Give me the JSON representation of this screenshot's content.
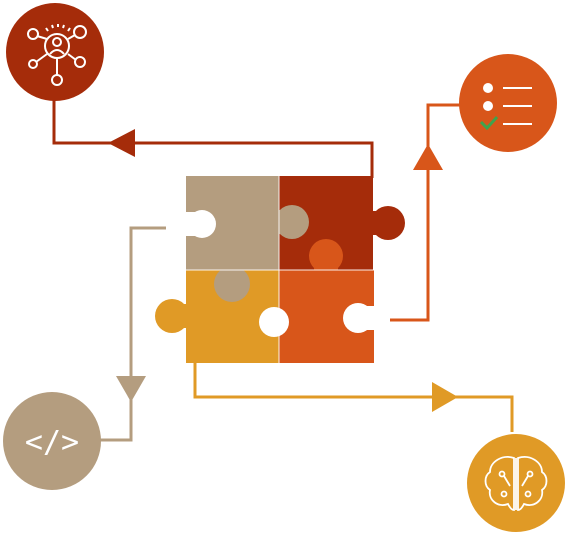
{
  "colors": {
    "dark_red": "#A52C0A",
    "orange": "#D8561A",
    "gold": "#E09A26",
    "tan": "#B49D7F",
    "icon_stroke": "#FFFFFF",
    "check_green": "#3FA34D"
  },
  "nodes": [
    {
      "id": "network",
      "icon": "network-people-icon",
      "color": "dark_red"
    },
    {
      "id": "checklist",
      "icon": "checklist-icon",
      "color": "orange"
    },
    {
      "id": "code",
      "icon": "code-icon",
      "color": "tan",
      "glyph": "</>"
    },
    {
      "id": "ai-brain",
      "icon": "ai-brain-icon",
      "color": "gold"
    }
  ],
  "puzzle": {
    "pieces": [
      {
        "id": "top-left",
        "color": "tan"
      },
      {
        "id": "top-right",
        "color": "dark_red"
      },
      {
        "id": "bottom-left",
        "color": "gold"
      },
      {
        "id": "bottom-right",
        "color": "orange"
      }
    ]
  },
  "connectors": [
    {
      "from": "top-right",
      "to": "network",
      "color": "dark_red"
    },
    {
      "from": "bottom-right",
      "to": "checklist",
      "color": "orange"
    },
    {
      "from": "top-left",
      "to": "code",
      "color": "tan"
    },
    {
      "from": "bottom-left",
      "to": "ai-brain",
      "color": "gold"
    }
  ]
}
